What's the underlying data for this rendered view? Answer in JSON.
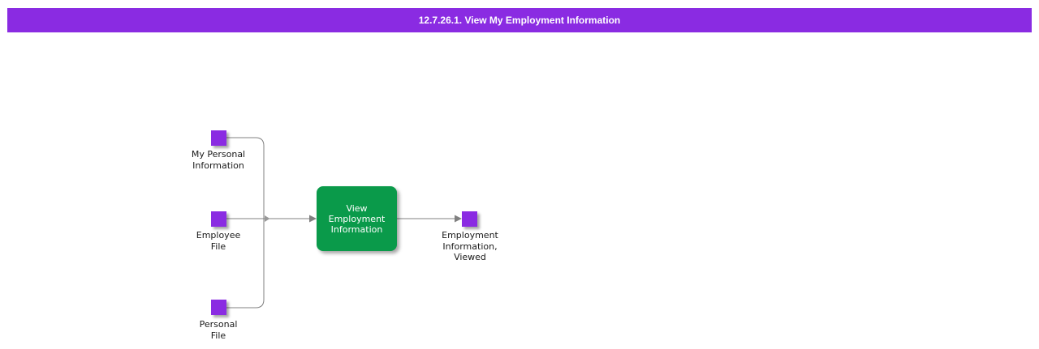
{
  "title_bar": {
    "text": "12.7.26.1. View My Employment Information",
    "background_color": "#8A2BE2",
    "text_color": "#FFFFFF"
  },
  "diagram": {
    "connector_color": "#808080",
    "input_node_color": "#8A2BE2",
    "process_node_color": "#0A9A4A",
    "inputs": [
      {
        "label": "My Personal\nInformation"
      },
      {
        "label": "Employee\nFile"
      },
      {
        "label": "Personal\nFile"
      }
    ],
    "process": {
      "label": "View\nEmployment\nInformation"
    },
    "outputs": [
      {
        "label": "Employment\nInformation,\nViewed"
      }
    ]
  }
}
